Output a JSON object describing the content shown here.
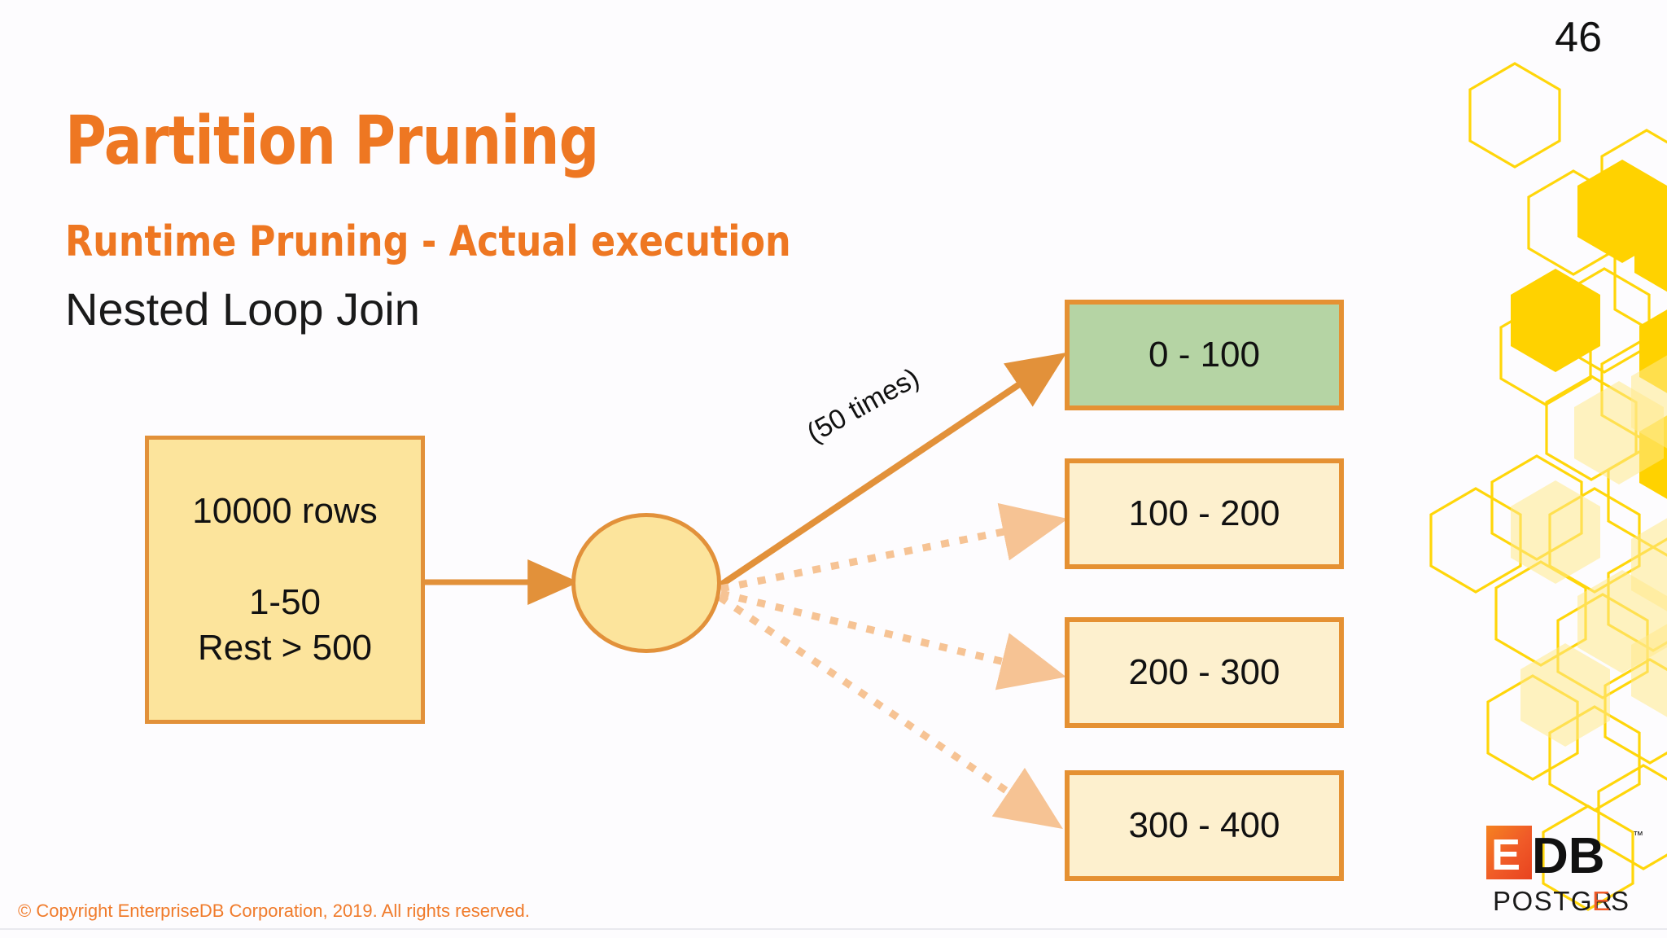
{
  "slide": {
    "page_number": "46",
    "title": "Partition Pruning",
    "subtitle": "Runtime Pruning - Actual execution",
    "body_heading": "Nested Loop Join",
    "footer": "© Copyright EnterpriseDB Corporation, 2019. All rights reserved.",
    "accent_color": "#EE7722",
    "box_border_color": "#E59133",
    "box_fill_color": "#FDF0CE",
    "highlight_fill_color": "#B5D4A4",
    "source_fill_color": "#FCE49C",
    "dotted_arrow_color": "#F6C394",
    "honeycomb_color": "#FFD60A"
  },
  "diagram": {
    "type": "nested-loop-join-partition-pruning",
    "source_box": {
      "line1": "10000 rows",
      "line2": "1-50",
      "line3": "Rest > 500"
    },
    "join_node": {
      "label": ""
    },
    "edge_label": "(50 times)",
    "partitions": [
      {
        "label": "0 - 100",
        "state": "scanned",
        "arrow": "solid"
      },
      {
        "label": "100 - 200",
        "state": "pruned",
        "arrow": "dotted"
      },
      {
        "label": "200 - 300",
        "state": "pruned",
        "arrow": "dotted"
      },
      {
        "label": "300 - 400",
        "state": "pruned",
        "arrow": "dotted"
      }
    ]
  },
  "logo": {
    "mark_e": "E",
    "mark_db": "DB",
    "trademark": "™",
    "wordmark_pre": "POSTGR",
    "wordmark_e": "E",
    "wordmark_post": "S"
  }
}
